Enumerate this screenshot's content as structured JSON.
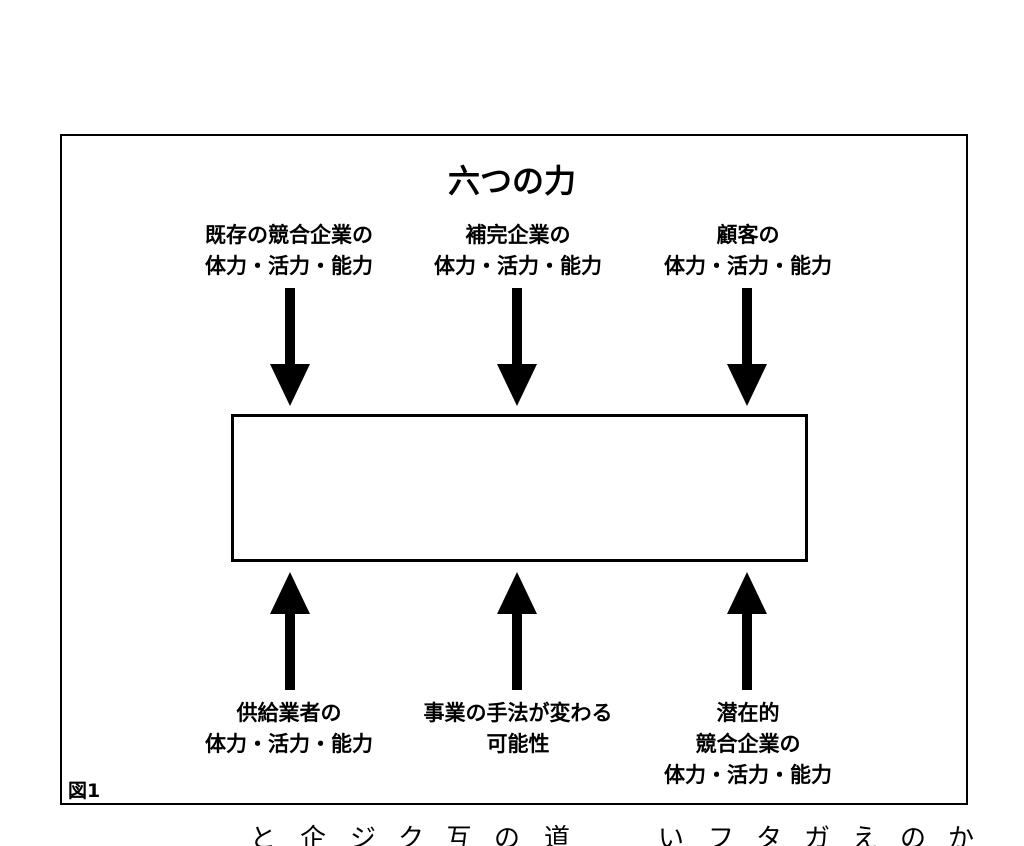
{
  "title": "六つの力",
  "top_labels": [
    [
      "既存の競合企業の",
      "体力・活力・能力"
    ],
    [
      "補完企業の",
      "体力・活力・能力"
    ],
    [
      "顧客の",
      "体力・活力・能力"
    ]
  ],
  "bottom_labels": [
    [
      "供給業者の",
      "体力・活力・能力"
    ],
    [
      "事業の手法が変わる",
      "可能性"
    ],
    [
      "潜在的",
      "競合企業の",
      "体力・活力・能力"
    ]
  ],
  "figure_label": "図1",
  "bottom_text_fragment": [
    "と",
    "企",
    "ジ",
    "ク",
    "互",
    "の",
    "道",
    "い",
    "フ",
    "タ",
    "ガ",
    "え",
    "の",
    "か"
  ]
}
